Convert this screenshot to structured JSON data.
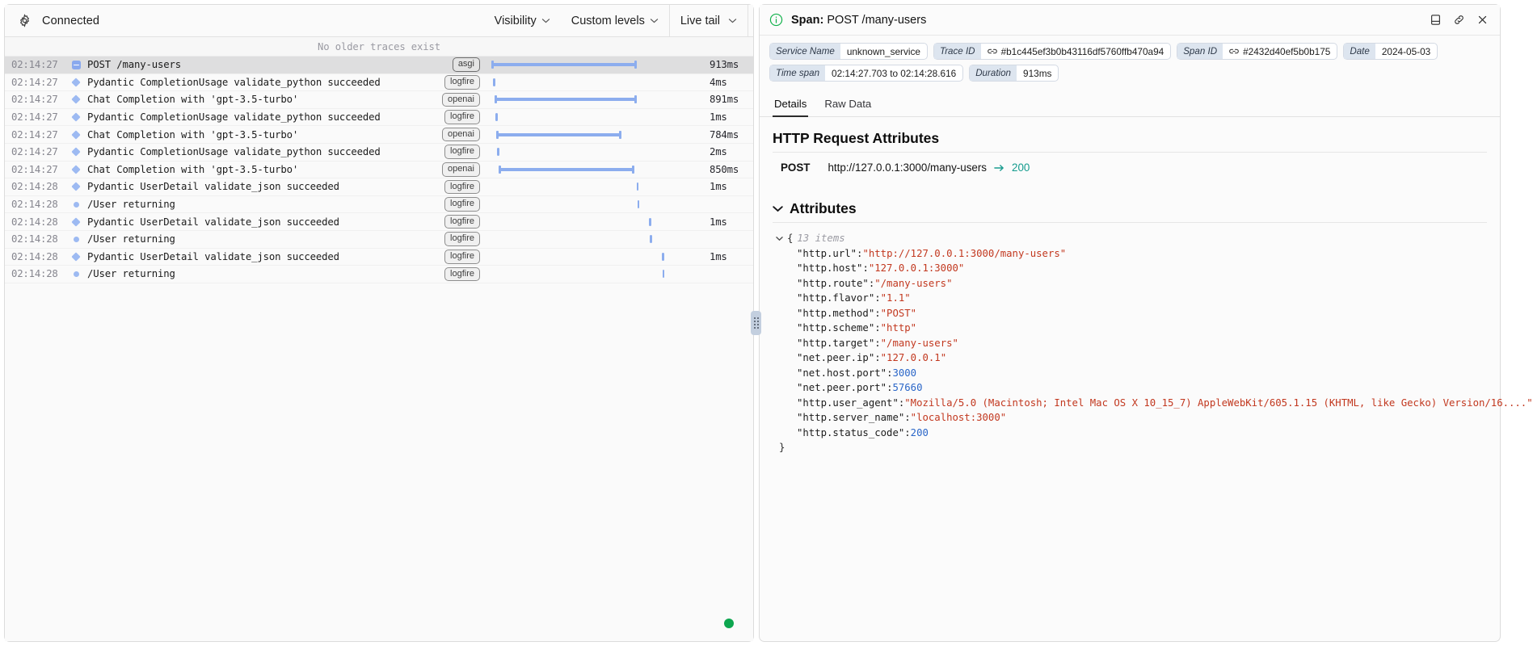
{
  "left": {
    "toolbar": {
      "gear_icon": "gear-icon",
      "connection_status": "Connected",
      "visibility_label": "Visibility",
      "custom_levels_label": "Custom levels",
      "live_tail_label": "Live tail"
    },
    "older_traces_note": "No older traces exist",
    "rows": [
      {
        "time": "02:14:27",
        "glyph": "toggle",
        "message": "POST /many-users",
        "tag": "asgi",
        "duration": "913ms",
        "bar_left_pct": 1.5,
        "bar_width_pct": 67.0,
        "selected": true
      },
      {
        "time": "02:14:27",
        "glyph": "diamond",
        "message": "Pydantic CompletionUsage validate_python succeeded",
        "tag": "logfire",
        "duration": "4ms",
        "bar_left_pct": 2.3,
        "bar_width_pct": 0.9,
        "selected": false
      },
      {
        "time": "02:14:27",
        "glyph": "diamond",
        "message": "Chat Completion with 'gpt-3.5-turbo'",
        "tag": "openai",
        "duration": "891ms",
        "bar_left_pct": 3.0,
        "bar_width_pct": 65.5,
        "selected": false
      },
      {
        "time": "02:14:27",
        "glyph": "diamond",
        "message": "Pydantic CompletionUsage validate_python succeeded",
        "tag": "logfire",
        "duration": "1ms",
        "bar_left_pct": 3.4,
        "bar_width_pct": 0.9,
        "selected": false
      },
      {
        "time": "02:14:27",
        "glyph": "diamond",
        "message": "Chat Completion with 'gpt-3.5-turbo'",
        "tag": "openai",
        "duration": "784ms",
        "bar_left_pct": 3.8,
        "bar_width_pct": 57.6,
        "selected": false
      },
      {
        "time": "02:14:27",
        "glyph": "diamond",
        "message": "Pydantic CompletionUsage validate_python succeeded",
        "tag": "logfire",
        "duration": "2ms",
        "bar_left_pct": 4.2,
        "bar_width_pct": 0.9,
        "selected": false
      },
      {
        "time": "02:14:27",
        "glyph": "diamond",
        "message": "Chat Completion with 'gpt-3.5-turbo'",
        "tag": "openai",
        "duration": "850ms",
        "bar_left_pct": 5.0,
        "bar_width_pct": 62.5,
        "selected": false
      },
      {
        "time": "02:14:28",
        "glyph": "diamond",
        "message": "Pydantic UserDetail validate_json succeeded",
        "tag": "logfire",
        "duration": "1ms",
        "bar_left_pct": 68.5,
        "bar_width_pct": 1.0,
        "selected": false
      },
      {
        "time": "02:14:28",
        "glyph": "dot",
        "message": "/User returning",
        "tag": "logfire",
        "duration": "",
        "bar_left_pct": 68.9,
        "bar_width_pct": 1.0,
        "selected": false
      },
      {
        "time": "02:14:28",
        "glyph": "diamond",
        "message": "Pydantic UserDetail validate_json succeeded",
        "tag": "logfire",
        "duration": "1ms",
        "bar_left_pct": 74.3,
        "bar_width_pct": 1.0,
        "selected": false
      },
      {
        "time": "02:14:28",
        "glyph": "dot",
        "message": "/User returning",
        "tag": "logfire",
        "duration": "",
        "bar_left_pct": 74.6,
        "bar_width_pct": 1.0,
        "selected": false
      },
      {
        "time": "02:14:28",
        "glyph": "diamond",
        "message": "Pydantic UserDetail validate_json succeeded",
        "tag": "logfire",
        "duration": "1ms",
        "bar_left_pct": 80.2,
        "bar_width_pct": 1.0,
        "selected": false
      },
      {
        "time": "02:14:28",
        "glyph": "dot",
        "message": "/User returning",
        "tag": "logfire",
        "duration": "",
        "bar_left_pct": 80.5,
        "bar_width_pct": 1.0,
        "selected": false
      }
    ],
    "status_indicator_color": "#0da64f"
  },
  "right": {
    "header": {
      "info_icon": "info-circle-icon",
      "title_prefix": "Span:",
      "title_value": "POST /many-users",
      "panel_layout_icon": "panel-layout-icon",
      "copy_link_icon": "link-icon",
      "close_icon": "close-icon"
    },
    "meta": [
      {
        "key": "Service Name",
        "value": "unknown_service",
        "has_link_icon": false
      },
      {
        "key": "Trace ID",
        "value": "#b1c445ef3b0b43116df5760ffb470a94",
        "has_link_icon": true
      },
      {
        "key": "Span ID",
        "value": "#2432d40ef5b0b175",
        "has_link_icon": true
      },
      {
        "key": "Date",
        "value": "2024-05-03",
        "has_link_icon": false
      },
      {
        "key": "Time span",
        "value": "02:14:27.703 to 02:14:28.616",
        "has_link_icon": false
      },
      {
        "key": "Duration",
        "value": "913ms",
        "has_link_icon": false
      }
    ],
    "tabs": [
      {
        "label": "Details",
        "active": true
      },
      {
        "label": "Raw Data",
        "active": false
      }
    ],
    "http_section": {
      "title": "HTTP Request Attributes",
      "method": "POST",
      "url": "http://127.0.0.1:3000/many-users",
      "status_code": "200",
      "status_color": "#139b8d"
    },
    "attributes_section": {
      "title": "Attributes",
      "items_count_label": "13 items",
      "open_brace": "{",
      "close_brace": "}",
      "items": [
        {
          "key": "\"http.url\"",
          "value": "\"http://127.0.0.1:3000/many-users\"",
          "type": "string"
        },
        {
          "key": "\"http.host\"",
          "value": "\"127.0.0.1:3000\"",
          "type": "string"
        },
        {
          "key": "\"http.route\"",
          "value": "\"/many-users\"",
          "type": "string"
        },
        {
          "key": "\"http.flavor\"",
          "value": "\"1.1\"",
          "type": "string"
        },
        {
          "key": "\"http.method\"",
          "value": "\"POST\"",
          "type": "string"
        },
        {
          "key": "\"http.scheme\"",
          "value": "\"http\"",
          "type": "string"
        },
        {
          "key": "\"http.target\"",
          "value": "\"/many-users\"",
          "type": "string"
        },
        {
          "key": "\"net.peer.ip\"",
          "value": "\"127.0.0.1\"",
          "type": "string"
        },
        {
          "key": "\"net.host.port\"",
          "value": "3000",
          "type": "number"
        },
        {
          "key": "\"net.peer.port\"",
          "value": "57660",
          "type": "number"
        },
        {
          "key": "\"http.user_agent\"",
          "value": "\"Mozilla/5.0 (Macintosh; Intel Mac OS X 10_15_7) AppleWebKit/605.1.15 (KHTML, like Gecko) Version/16....\"",
          "type": "string"
        },
        {
          "key": "\"http.server_name\"",
          "value": "\"localhost:3000\"",
          "type": "string"
        },
        {
          "key": "\"http.status_code\"",
          "value": "200",
          "type": "number"
        }
      ]
    }
  }
}
